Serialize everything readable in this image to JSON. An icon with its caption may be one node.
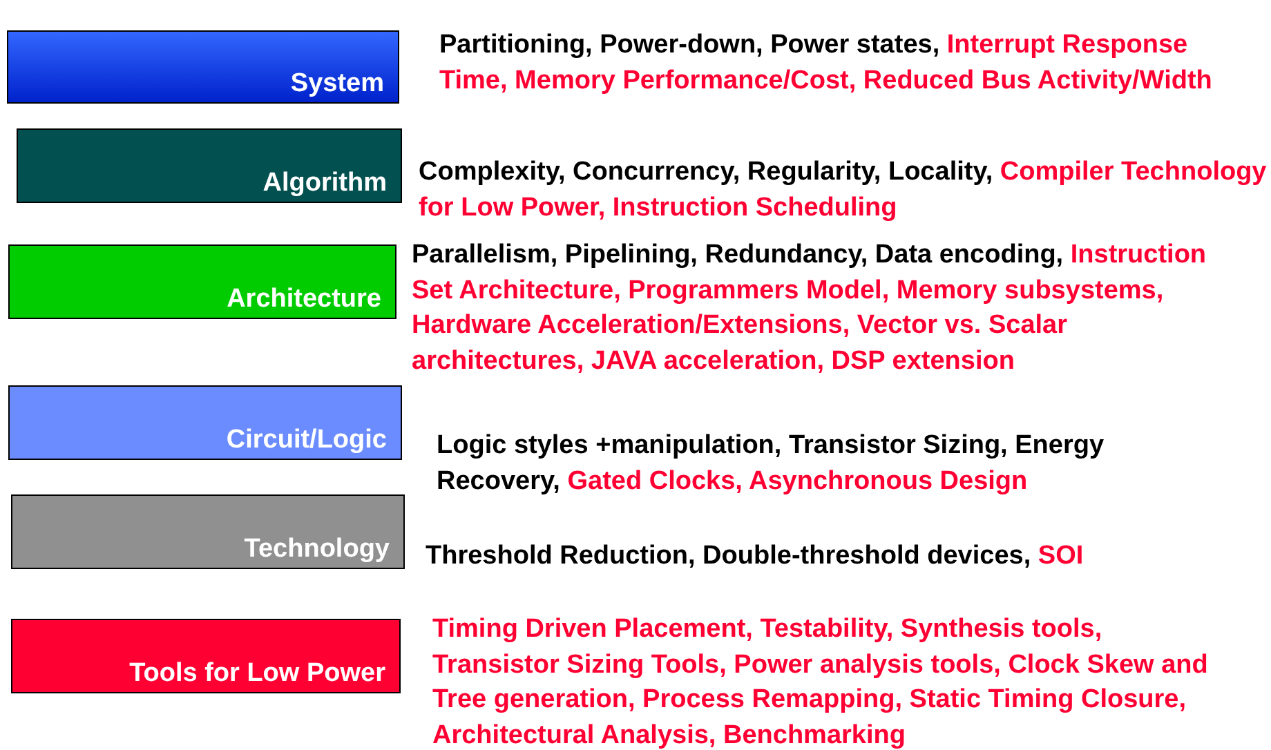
{
  "diagram": {
    "nodes": [
      {
        "text": [
          "System"
        ],
        "beside": [
          "Partitioning, Power-down, Power states,",
          "Interrupt Response Time, Memory Performance/Cost, Reduced Bus Activity/Width"
        ]
      },
      {
        "text": [
          "Algorithm"
        ],
        "beside": [
          "Complexity, Concurrency, Regularity, Locality,",
          "Compiler Technology for Low Power, Instruction Scheduling"
        ]
      },
      {
        "text": [
          "Architecture"
        ],
        "beside": [
          "Parallelism, Pipelining, Redundancy, Data encoding,",
          "Instruction Set Architecture, Programmers Model, Memory subsystems, Hardware Acceleration/Extensions, Vector vs. Scalar architectures, JAVA acceleration, DSP extension"
        ]
      },
      {
        "text": [
          "Circuit/Logic"
        ],
        "beside": [
          "Logic styles +manipulation, Transistor Sizing, Energy Recovery,",
          "Gated Clocks, Asynchronous Design"
        ]
      },
      {
        "text": [
          "Technology"
        ],
        "beside": [
          "Threshold Reduction, Double-threshold devices,",
          "SOI"
        ]
      },
      {
        "text": [
          "Tools for Low Power"
        ],
        "beside": [
          "Timing Driven Placement, Testability, Synthesis tools, Transistor Sizing Tools, Power analysis tools, Clock Skew and Tree generation, Process Remapping, Static Timing Closure, Architectural Analysis, Benchmarking"
        ]
      }
    ]
  }
}
